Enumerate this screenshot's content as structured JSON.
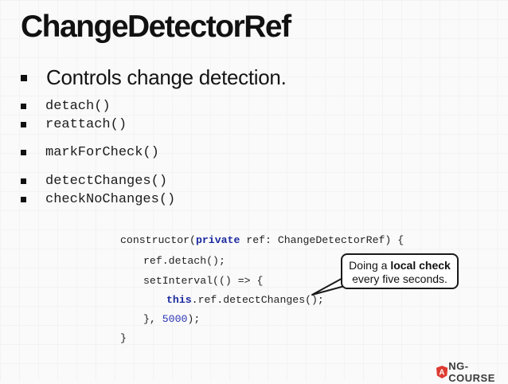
{
  "title": "ChangeDetectorRef",
  "lead": "Controls change detection.",
  "methods": [
    "detach()",
    "reattach()",
    "markForCheck()",
    "detectChanges()",
    "checkNoChanges()"
  ],
  "code": {
    "l1_a": "constructor(",
    "l1_kw": "private",
    "l1_b": " ref: ChangeDetectorRef) {",
    "l2": "ref.detach();",
    "l3": "setInterval(() => {",
    "l4_kw": "this",
    "l4_b": ".ref.detectChanges();",
    "l5_a": "}, ",
    "l5_num": "5000",
    "l5_b": ");",
    "l6": "}"
  },
  "callout": {
    "pre": "Doing a ",
    "bold": "local check",
    "post": "every five seconds."
  },
  "logo": {
    "letter": "A",
    "text": "NG-COURSE"
  },
  "colors": {
    "keyword": "#1b2a9e",
    "number": "#2b34b5",
    "logo_red": "#dd3b31"
  }
}
